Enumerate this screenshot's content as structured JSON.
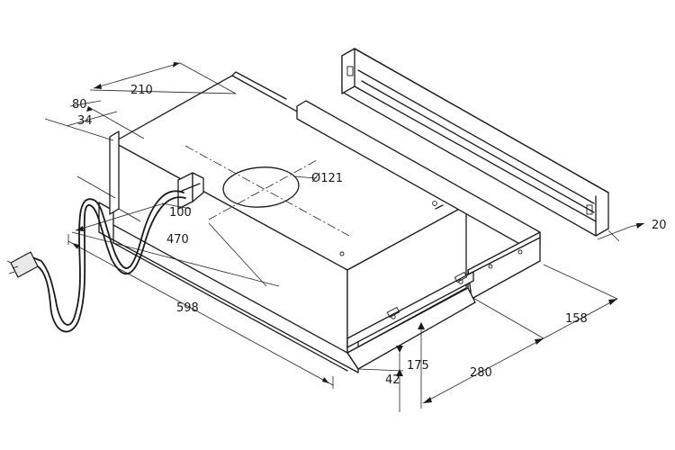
{
  "dimensions": {
    "d210": "210",
    "d80": "80",
    "d34": "34",
    "d100": "100",
    "d470": "470",
    "d598": "598",
    "d121": "Ø121",
    "d175": "175",
    "d42": "42",
    "d280": "280",
    "d158": "158",
    "d20": "20"
  }
}
